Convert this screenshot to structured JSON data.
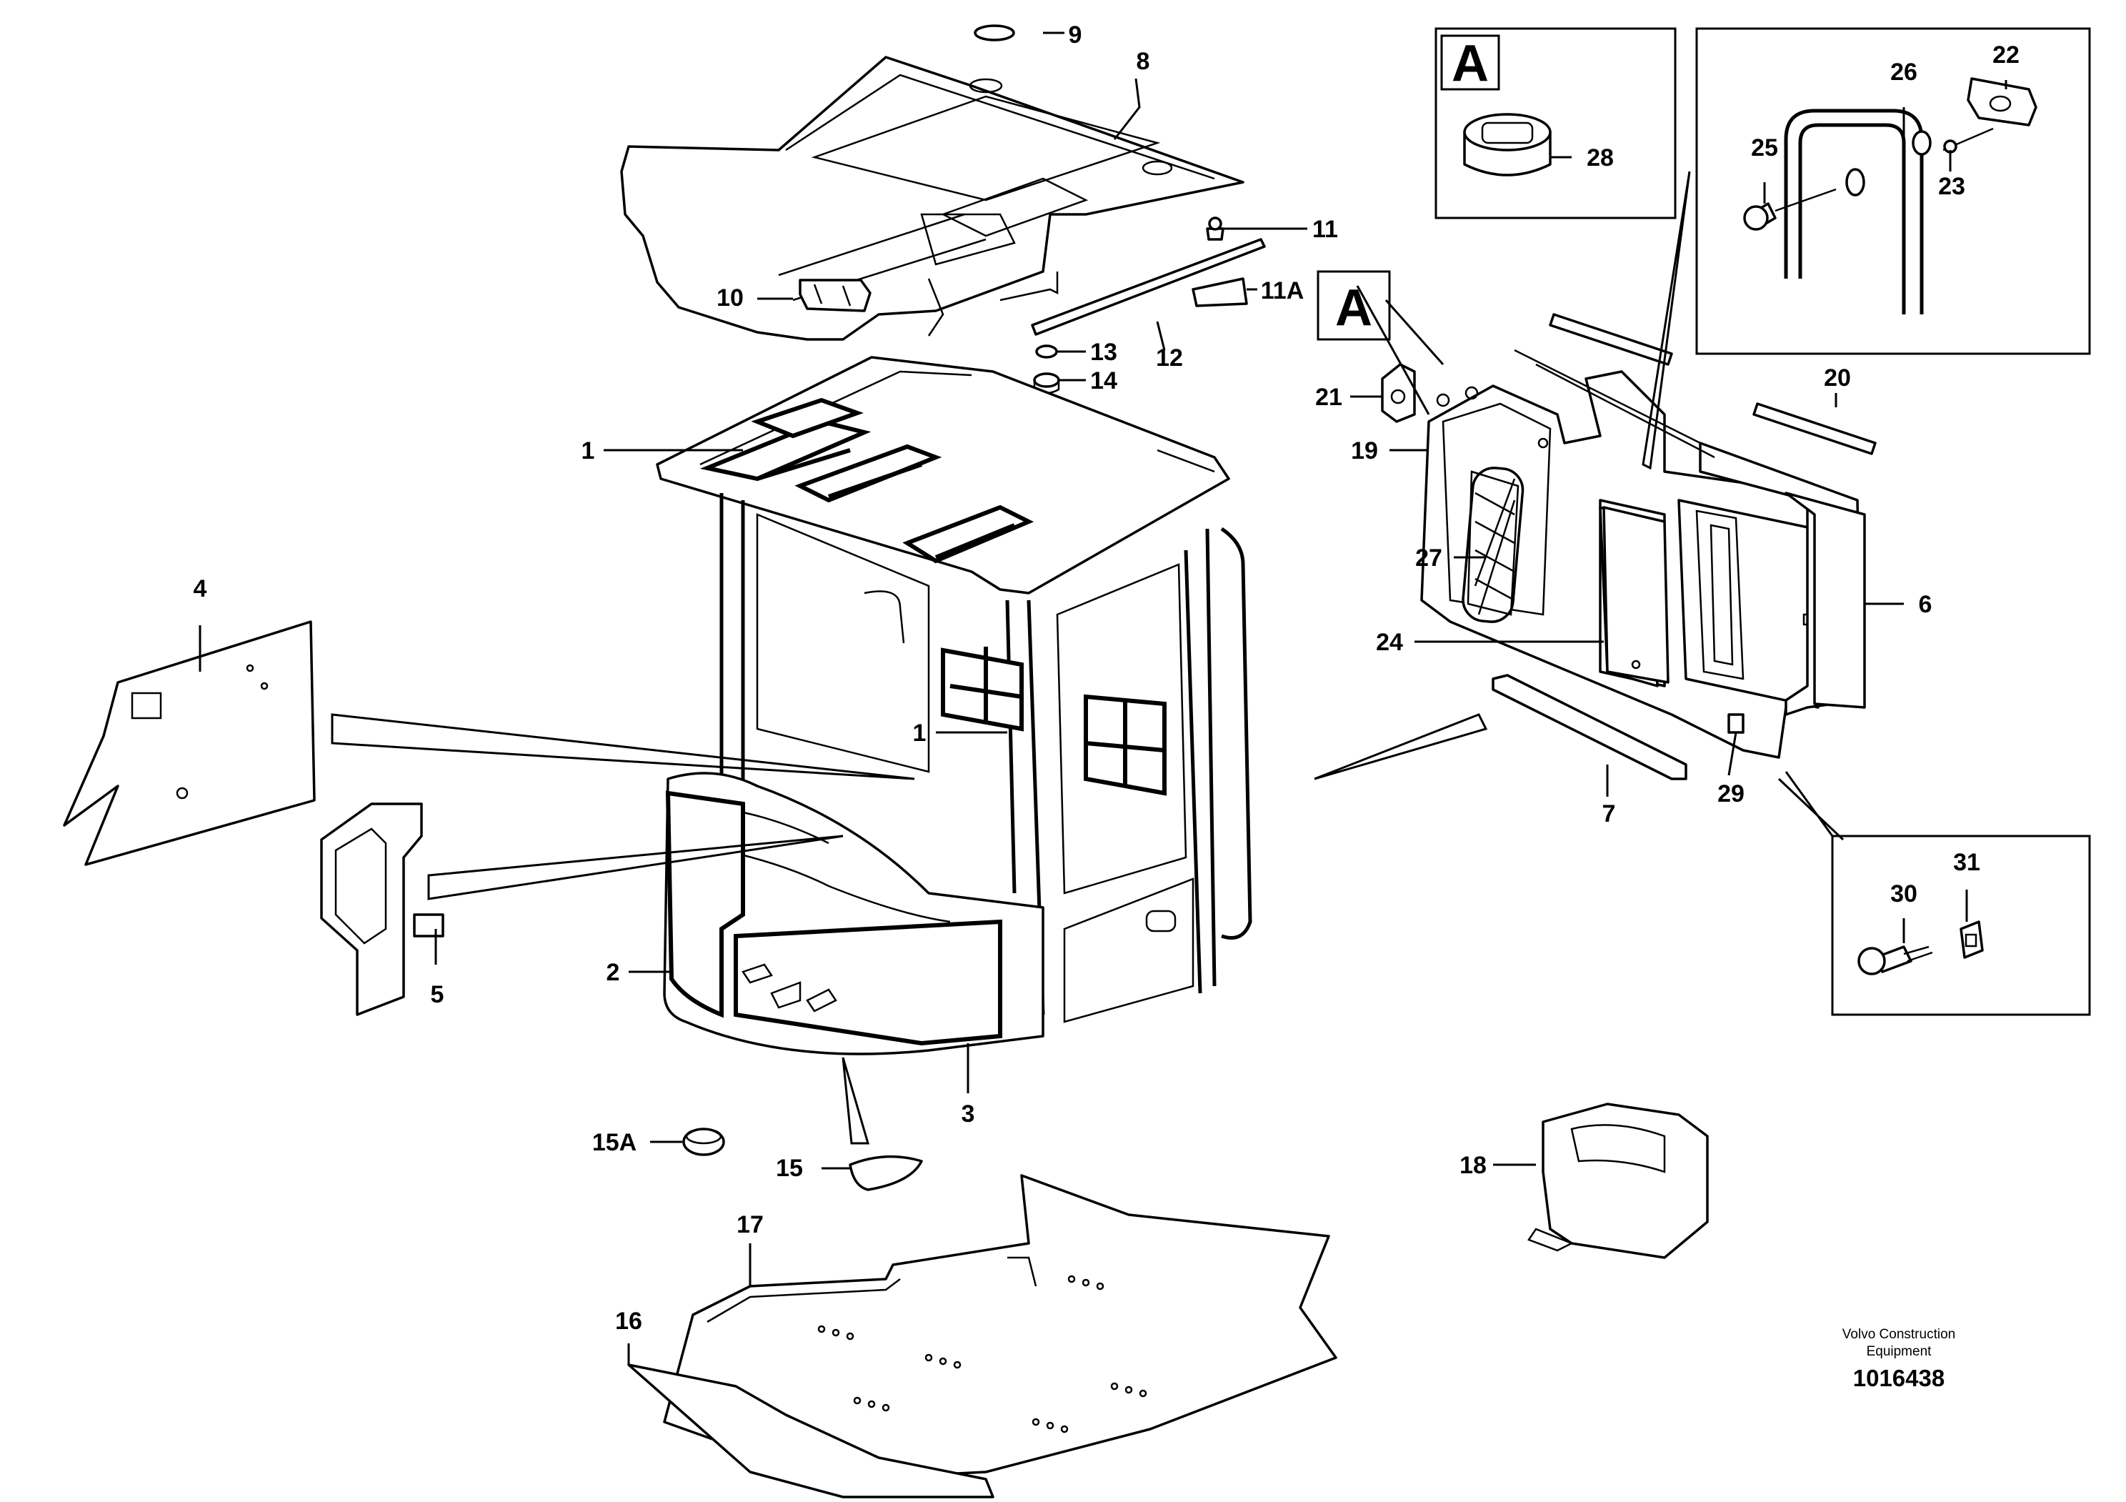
{
  "diagram": {
    "labels": {
      "l1a": "1",
      "l1b": "1",
      "l2": "2",
      "l3": "3",
      "l4": "4",
      "l5": "5",
      "l6": "6",
      "l7": "7",
      "l8": "8",
      "l9": "9",
      "l10": "10",
      "l11": "11",
      "l11a": "11A",
      "l12": "12",
      "l13": "13",
      "l14": "14",
      "l15": "15",
      "l15a": "15A",
      "l16": "16",
      "l17": "17",
      "l18": "18",
      "l19": "19",
      "l20": "20",
      "l21": "21",
      "l22": "22",
      "l23": "23",
      "l24": "24",
      "l25": "25",
      "l26": "26",
      "l27": "27",
      "l28": "28",
      "l29": "29",
      "l30": "30",
      "l31": "31"
    },
    "callouts": {
      "a_top": "A",
      "a_mid": "A"
    },
    "footer": {
      "brand_line1": "Volvo Construction",
      "brand_line2": "Equipment",
      "reference": "1016438"
    }
  }
}
